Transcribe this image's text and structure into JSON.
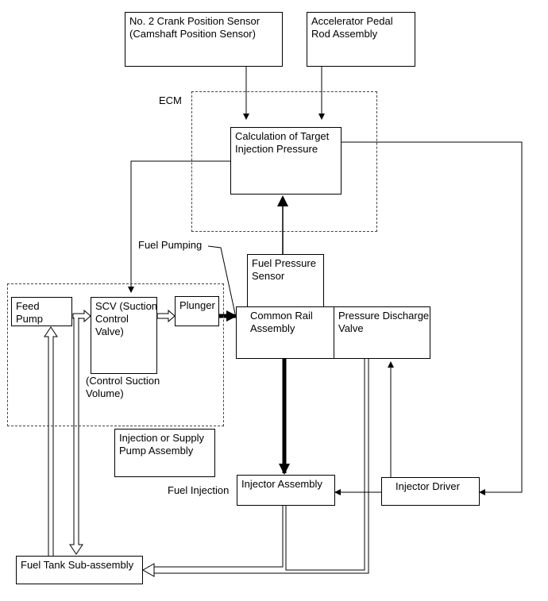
{
  "sensors": {
    "crank": "No. 2 Crank Position Sensor\n(Camshaft Position Sensor)",
    "accel": "Accelerator Pedal\nRod Assembly"
  },
  "ecm": {
    "label": "ECM",
    "calc": "Calculation of Target\nInjection Pressure"
  },
  "pump_group": {
    "feed_pump": "Feed Pump",
    "scv": "SCV (Suction\nControl\nValve)",
    "control_note": "(Control Suction\nVolume)",
    "plunger": "Plunger",
    "assembly": "Injection or Supply\nPump Assembly"
  },
  "rail": {
    "fuel_pumping": "Fuel Pumping",
    "pressure_sensor": "Fuel Pressure\nSensor",
    "common_rail": "Common Rail\nAssembly",
    "discharge_valve": "Pressure Discharge\nValve"
  },
  "injection": {
    "fuel_injection": "Fuel Injection",
    "injector": "Injector Assembly",
    "driver": "Injector Driver"
  },
  "tank": "Fuel Tank Sub-assembly"
}
